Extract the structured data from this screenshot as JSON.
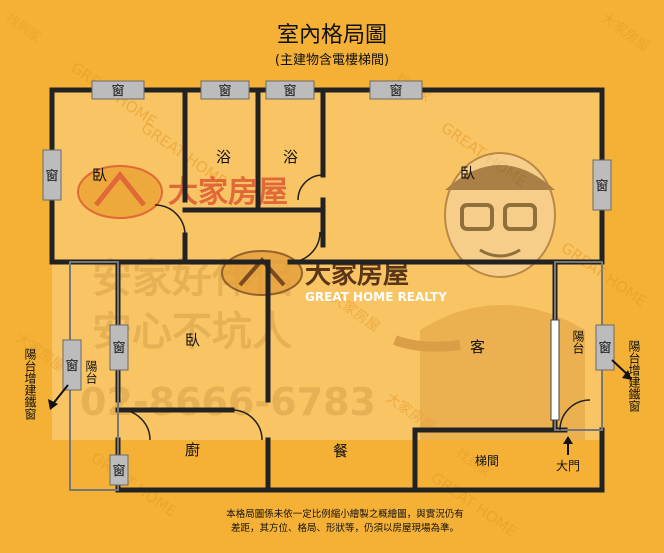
{
  "title": "室內格局圖",
  "subtitle": "(主建物含電樓梯間)",
  "rooms": {
    "bedroom_left": "臥",
    "bath_1": "浴",
    "bath_2": "浴",
    "bedroom_right": "臥",
    "bedroom_middle": "臥",
    "living": "客",
    "kitchen": "廚",
    "dining": "餐",
    "stairs": "梯間",
    "main_door": "大門"
  },
  "window_label": "窗",
  "balcony_label": "陽台",
  "balcony_note_left": "陽台增建鐵窗",
  "balcony_note_right": "陽台增建鐵窗",
  "footnote_line1": "本格局圖係未依一定比例縮小繪製之概繪圖，與實況仍有",
  "footnote_line2": "差距，其方位、格局、形狀等，仍須以房屋現場為準。",
  "watermark": {
    "brand_cn": "大家房屋",
    "brand_en": "GREAT HOME REALTY",
    "slogan_1": "安家好伴侶",
    "slogan_2": "安心不坑人",
    "phone": "02-8666-6783",
    "diag": "大家房屋",
    "diag_en": "GREAT HOME",
    "corner_tag": "找到家"
  },
  "colors": {
    "background": "#f5b135",
    "interior": "#f9c463",
    "wall": "#222222",
    "window_frame": "#9a9a9a",
    "logo_red": "#d94a2a"
  }
}
